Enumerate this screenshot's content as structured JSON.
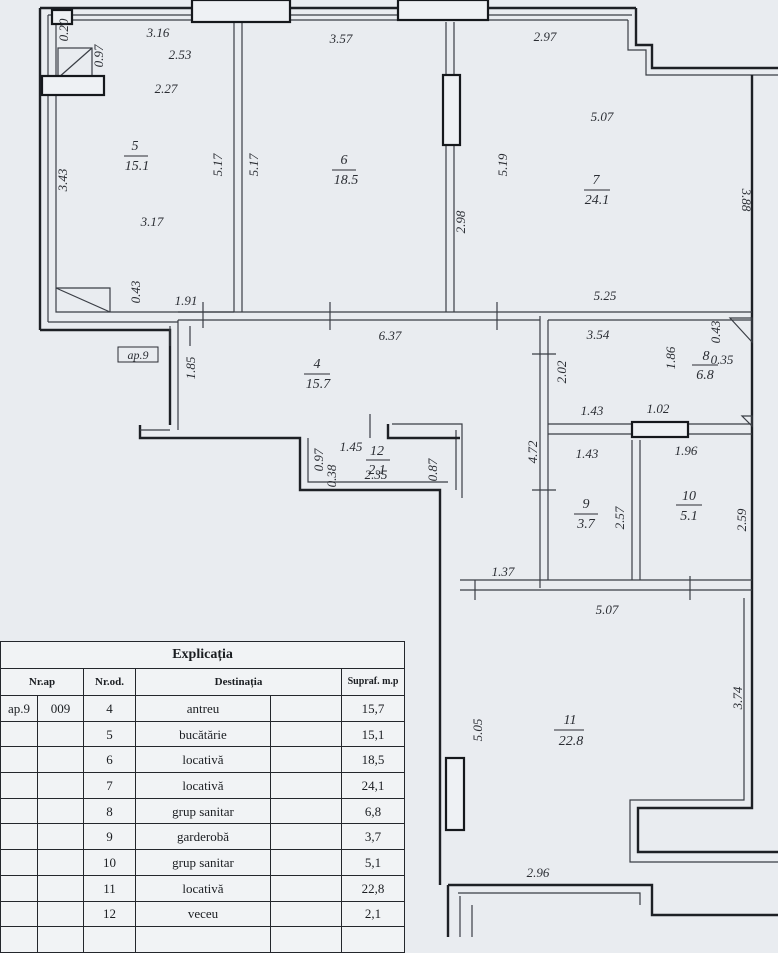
{
  "rooms": [
    {
      "num": "5",
      "area": "15.1"
    },
    {
      "num": "6",
      "area": "18.5"
    },
    {
      "num": "7",
      "area": "24.1"
    },
    {
      "num": "4",
      "area": "15.7"
    },
    {
      "num": "8",
      "area": "6.8"
    },
    {
      "num": "12",
      "area": "2.1"
    },
    {
      "num": "9",
      "area": "3.7"
    },
    {
      "num": "10",
      "area": "5.1"
    },
    {
      "num": "11",
      "area": "22.8"
    }
  ],
  "apartment_label": "ap.9",
  "dimensions": [
    "3.16",
    "0.20",
    "2.53",
    "0.97",
    "2.27",
    "3.43",
    "5.17",
    "3.17",
    "0.43",
    "1.91",
    "3.57",
    "5.17",
    "2.97",
    "5.07",
    "5.19",
    "2.98",
    "3.88",
    "5.25",
    "6.37",
    "1.85",
    "3.54",
    "0.43",
    "1.86",
    "0.35",
    "2.02",
    "1.43",
    "1.02",
    "1.45",
    "0.97",
    "0.38",
    "2.35",
    "0.87",
    "4.72",
    "1.43",
    "1.96",
    "2.57",
    "2.59",
    "1.37",
    "5.07",
    "3.74",
    "5.05",
    "2.96"
  ],
  "legend": {
    "title": "Explicația",
    "headers": {
      "nr_ap": "Nr.ap",
      "nr_od": "Nr.od.",
      "destinatia": "Destinația",
      "supraf": "Supraf. m.p"
    },
    "apartment": {
      "ap": "ap.9",
      "code": "009"
    },
    "rows": [
      {
        "nr": "4",
        "dest": "antreu",
        "area": "15,7"
      },
      {
        "nr": "5",
        "dest": "bucătărie",
        "area": "15,1"
      },
      {
        "nr": "6",
        "dest": "locativă",
        "area": "18,5"
      },
      {
        "nr": "7",
        "dest": "locativă",
        "area": "24,1"
      },
      {
        "nr": "8",
        "dest": "grup sanitar",
        "area": "6,8"
      },
      {
        "nr": "9",
        "dest": "garderobă",
        "area": "3,7"
      },
      {
        "nr": "10",
        "dest": "grup sanitar",
        "area": "5,1"
      },
      {
        "nr": "11",
        "dest": "locativă",
        "area": "22,8"
      },
      {
        "nr": "12",
        "dest": "veceu",
        "area": "2,1"
      }
    ]
  }
}
